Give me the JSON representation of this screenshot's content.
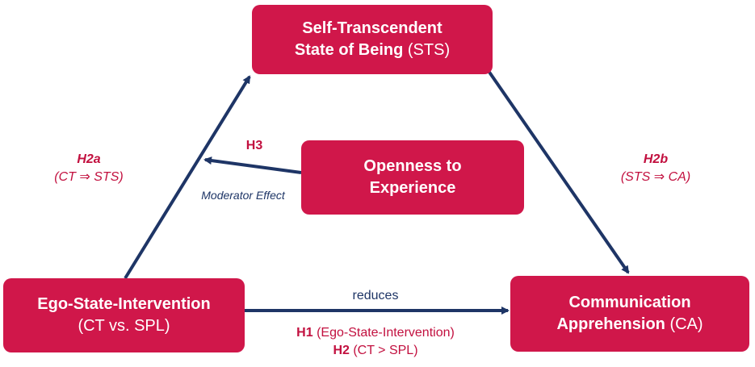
{
  "nodes": {
    "sts": {
      "line1": "Self-Transcendent",
      "line2_bold": "State of Being",
      "line2_rest": " (STS)"
    },
    "openness": {
      "line1": "Openness to",
      "line2": "Experience"
    },
    "esi": {
      "line1": "Ego-State-Intervention",
      "line2": "(CT vs. SPL)"
    },
    "ca": {
      "line1": "Communication",
      "line2_bold": "Apprehension",
      "line2_rest": " (CA)"
    }
  },
  "labels": {
    "h2a_title": "H2a",
    "h2a_sub": "(CT ⇒ STS)",
    "h2b_title": "H2b",
    "h2b_sub": "(STS ⇒ CA)",
    "h3_title": "H3",
    "moderator": "Moderator Effect",
    "reduces": "reduces",
    "h1_bold": "H1",
    "h1_rest": " (Ego-State-Intervention)",
    "h2_bold": "H2",
    "h2_rest": " (CT > SPL)"
  },
  "colors": {
    "node_fill": "#d0174a",
    "node_text": "#ffffff",
    "arrow": "#1e3566",
    "hypothesis_text": "#c2103f",
    "annotation_text": "#1e3566"
  }
}
